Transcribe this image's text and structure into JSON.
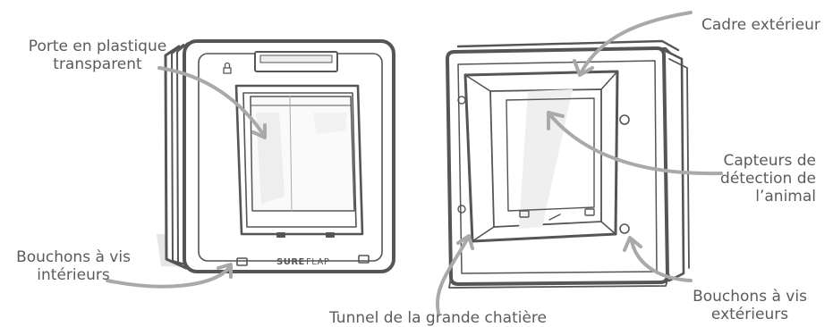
{
  "labels": {
    "porte": [
      "Porte en plastique",
      "transparent"
    ],
    "cadre": "Cadre extérieur",
    "capteurs": [
      "Capteurs de",
      "détection de",
      "l’animal"
    ],
    "bouchons_int": [
      "Bouchons à vis",
      "intérieurs"
    ],
    "bouchons_ext": [
      "Bouchons à vis",
      "extérieurs"
    ],
    "tunnel": "Tunnel de la grande chatière"
  },
  "logo": "SUREFLAP",
  "colors": {
    "outline": "#555555",
    "arrow": "#a9a9a9",
    "shadow": "#e4e4e4",
    "text": "#5b5b5b"
  }
}
